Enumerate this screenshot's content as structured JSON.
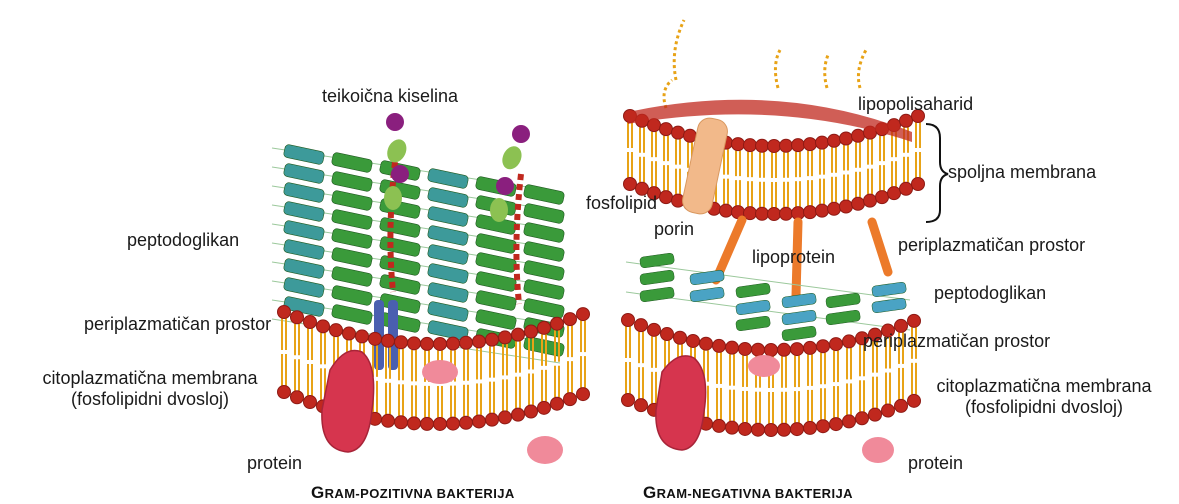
{
  "labels": {
    "teichoic_acid": "teikoična kiselina",
    "peptidoglycan_left": "peptodoglikan",
    "periplasmic_left": "periplazmatičan prostor",
    "cyto_membrane_left_l1": "citoplazmatična membrana",
    "cyto_membrane_left_l2": "(fosfolipidni dvosloj)",
    "protein_left": "protein",
    "lipopolysaccharide": "lipopolisaharid",
    "outer_membrane": "spoljna membrana",
    "phospholipid": "fosfolipid",
    "porin": "porin",
    "lipoprotein": "lipoprotein",
    "periplasmic_right_top": "periplazmatičan prostor",
    "peptidoglycan_right": "peptodoglikan",
    "periplasmic_right_bottom": "periplazmatičan prostor",
    "cyto_membrane_right_l1": "citoplazmatična membrana",
    "cyto_membrane_right_l2": "(fosfolipidni dvosloj)",
    "protein_right": "protein"
  },
  "captions": {
    "gram_positive_first": "G",
    "gram_positive_rest": "RAM-POZITIVNA BAKTERIJA",
    "gram_negative_first": "G",
    "gram_negative_rest": "RAM-NEGATIVNA BAKTERIJA"
  },
  "colors": {
    "phospholipid_head": "#c0281e",
    "phospholipid_head_dark": "#8e1a14",
    "lipid_tail": "#e8a317",
    "peptidoglycan_green": "#3a9a3a",
    "peptidoglycan_teal": "#3d9a9a",
    "peptidoglycan_blue": "#4aa3c4",
    "teichoic_purple": "#8a1f7e",
    "teichoic_green": "#8cc152",
    "protein_crimson": "#d6354e",
    "protein_pink": "#f08a9a",
    "porin_tan": "#f2b98a",
    "lipoprotein_orange": "#ec7a2a",
    "channel_blue": "#4a5fb0"
  }
}
